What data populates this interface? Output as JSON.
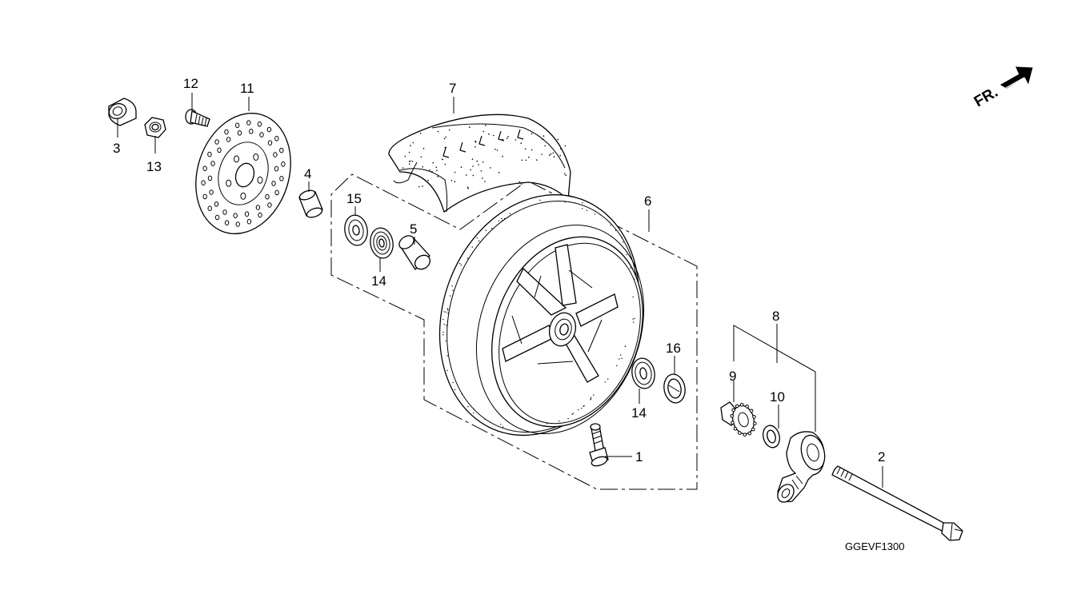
{
  "diagram": {
    "direction_marker": "FR.",
    "figure_code": "GGEVF1300",
    "callouts": {
      "c1": "1",
      "c2": "2",
      "c3": "3",
      "c4": "4",
      "c5": "5",
      "c6": "6",
      "c7": "7",
      "c8": "8",
      "c9": "9",
      "c10": "10",
      "c11": "11",
      "c12": "12",
      "c13": "13",
      "c14a": "14",
      "c14b": "14",
      "c15": "15",
      "c16": "16"
    }
  }
}
